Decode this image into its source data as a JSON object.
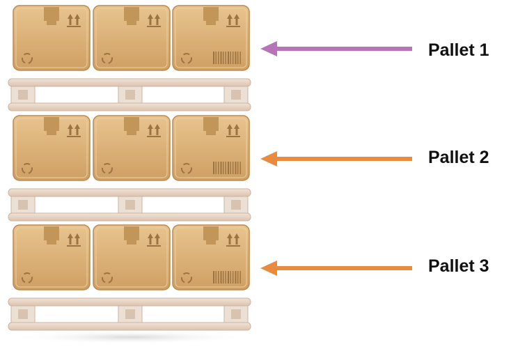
{
  "diagram": {
    "pallets": [
      {
        "label": "Pallet 1",
        "arrow_color": "#b774b9",
        "boxes": 3
      },
      {
        "label": "Pallet 2",
        "arrow_color": "#e98b3e",
        "boxes": 3
      },
      {
        "label": "Pallet 3",
        "arrow_color": "#e98b3e",
        "boxes": 3
      }
    ],
    "colors": {
      "box_fill": "#dcb27a",
      "box_edge": "#b88a52",
      "tape": "#c29559",
      "pallet_wood": "#e6d2c2",
      "pallet_edge": "#cdb3a0",
      "icon": "#9c7443"
    },
    "icons": [
      "box-tape",
      "this-side-up-icon",
      "recycle-icon",
      "barcode-icon"
    ]
  }
}
